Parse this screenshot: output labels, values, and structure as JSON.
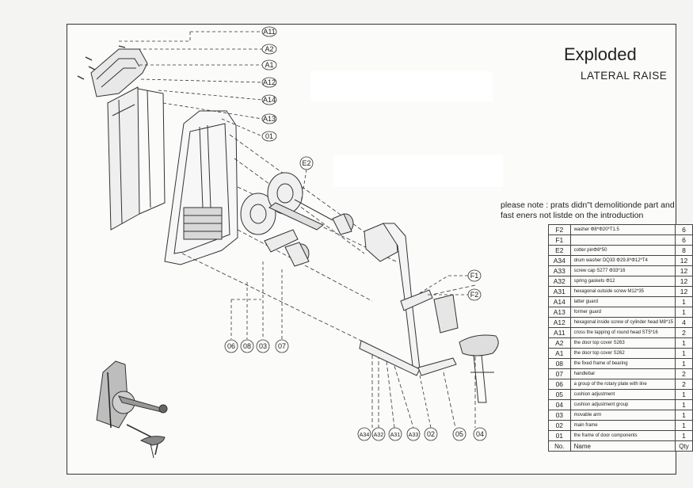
{
  "title": "Exploded",
  "subtitle": "LATERAL RAISE",
  "note": "please note : prats didn\"t demolitionde part and fast eners not listde on the introduction",
  "table": {
    "header": {
      "no": "No.",
      "name": "Name",
      "qty": "Qty"
    },
    "rows": [
      {
        "no": "F2",
        "name": "washer Φ8*Φ20*T1.5",
        "qty": "6"
      },
      {
        "no": "F1",
        "name": "",
        "qty": "6"
      },
      {
        "no": "E2",
        "name": "cotter pinΦ8*50",
        "qty": "8"
      },
      {
        "no": "A34",
        "name": "drum washer DQ33 Φ29.8*Φ12*T4",
        "qty": "12"
      },
      {
        "no": "A33",
        "name": "screw cap S277 Φ33*16",
        "qty": "12"
      },
      {
        "no": "A32",
        "name": "spring gaskets Φ12",
        "qty": "12"
      },
      {
        "no": "A31",
        "name": "hexagonal outside screw M12*35",
        "qty": "12"
      },
      {
        "no": "A14",
        "name": "latter guard",
        "qty": "1"
      },
      {
        "no": "A13",
        "name": "former guard",
        "qty": "1"
      },
      {
        "no": "A12",
        "name": "hexagonal inside screw of cylinder head M8*15",
        "qty": "4"
      },
      {
        "no": "A11",
        "name": "cross the tapping of round head ST5*16",
        "qty": "2"
      },
      {
        "no": "A2",
        "name": "the door top cover S263",
        "qty": "1"
      },
      {
        "no": "A1",
        "name": "the door top cover S262",
        "qty": "1"
      },
      {
        "no": "08",
        "name": "the fixed frame of bearing",
        "qty": "1"
      },
      {
        "no": "07",
        "name": "handlebar",
        "qty": "2"
      },
      {
        "no": "06",
        "name": "a group of the rotary plate with line",
        "qty": "2"
      },
      {
        "no": "05",
        "name": "cushion adjustment",
        "qty": "1"
      },
      {
        "no": "04",
        "name": "cushion adjustment group",
        "qty": "1"
      },
      {
        "no": "03",
        "name": "movable arm",
        "qty": "1"
      },
      {
        "no": "02",
        "name": "main frame",
        "qty": "1"
      },
      {
        "no": "01",
        "name": "the frame of door components",
        "qty": "1"
      }
    ]
  },
  "callouts": {
    "A11": "A11",
    "A2": "A2",
    "A1": "A1",
    "A12": "A12",
    "A14": "A14",
    "A13": "A13",
    "O1": "01",
    "E2": "E2",
    "F1": "F1",
    "F2": "F2",
    "O6": "06",
    "O8": "08",
    "O3": "03",
    "O7": "07",
    "A34": "A34",
    "A32": "A32",
    "A31": "A31",
    "A33": "A33",
    "O2": "02",
    "O5": "05",
    "O4": "04"
  }
}
